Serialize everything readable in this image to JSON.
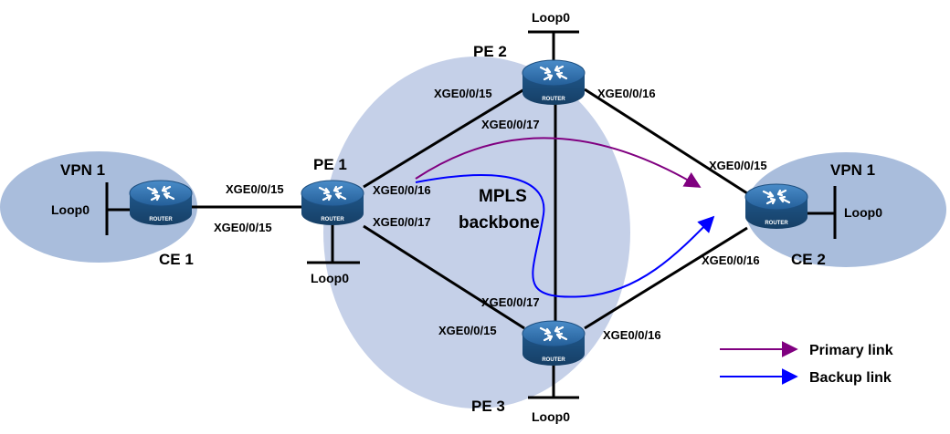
{
  "diagram": {
    "core_label_line1": "MPLS",
    "core_label_line2": "backbone",
    "sites": {
      "left": "VPN 1",
      "right": "VPN 1"
    },
    "nodes": {
      "ce1": {
        "name": "CE 1",
        "loop": "Loop0"
      },
      "pe1": {
        "name": "PE 1",
        "loop": "Loop0"
      },
      "pe2": {
        "name": "PE 2",
        "loop": "Loop0"
      },
      "pe3": {
        "name": "PE 3",
        "loop": "Loop0"
      },
      "ce2": {
        "name": "CE 2",
        "loop": "Loop0"
      }
    },
    "router_badge": "ROUTER",
    "ports": {
      "pe1_to_ce1": "XGE0/0/15",
      "ce1_to_pe1": "XGE0/0/15",
      "pe1_to_pe2": "XGE0/0/16",
      "pe1_to_pe3": "XGE0/0/17",
      "pe2_to_pe1": "XGE0/0/15",
      "pe2_to_pe3": "XGE0/0/17",
      "pe2_to_ce2": "XGE0/0/16",
      "pe3_to_pe1": "XGE0/0/15",
      "pe3_to_pe2": "XGE0/0/17",
      "pe3_to_ce2": "XGE0/0/16",
      "ce2_to_pe2": "XGE0/0/15",
      "ce2_to_pe3": "XGE0/0/16"
    },
    "legend": {
      "primary": {
        "label": "Primary link",
        "color": "#800080"
      },
      "backup": {
        "label": "Backup link",
        "color": "#0000ff"
      }
    },
    "colors": {
      "cloud": "#c5d0e8",
      "vpn_site": "#a9bddc",
      "router_body": "#2f6ea8"
    }
  }
}
